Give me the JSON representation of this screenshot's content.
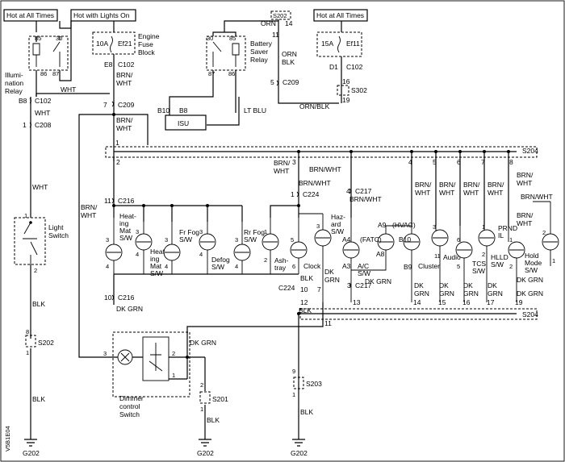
{
  "header_boxes": {
    "hot_all_left": "Hot at All Times",
    "hot_lights_on": "Hot with Lights On",
    "hot_all_right": "Hot at All Times"
  },
  "relays": {
    "illum_relay": [
      "Illumi-",
      "nation",
      "Relay"
    ],
    "battery_saver_relay": [
      "Battery",
      "Saver",
      "Relay"
    ],
    "engine_fuse_block": [
      "Engine",
      "Fuse",
      "Block"
    ]
  },
  "fuses": {
    "ef21_rating": "10A",
    "ef21_name": "Ef21",
    "ef11_rating": "15A",
    "ef11_name": "Ef11"
  },
  "connectors": {
    "c102_a": "C102",
    "c102_b": "C102",
    "c102_c": "C102",
    "c209_a": "C209",
    "c209_b": "C209",
    "c208": "C208",
    "c216_a": "C216",
    "c216_b": "C216",
    "c224_a": "C224",
    "c224_b": "C224",
    "c217_a": "C217",
    "c217_b": "C217",
    "s202_top": "S202",
    "s202_mid": "S202",
    "s302": "S302",
    "s204_top": "S204",
    "s204_bot": "S204",
    "s201": "S201",
    "s203": "S203",
    "g202_a": "G202",
    "g202_b": "G202",
    "g202_c": "G202"
  },
  "pin_labels": {
    "e8": "E8",
    "b8": "B8",
    "d1": "D1",
    "b10": "B10",
    "b8b": "B8",
    "b10b": "B10",
    "b9": "B9",
    "a4": "A4",
    "a3": "A3",
    "a9": "A9",
    "a8": "A8",
    "p14": "14",
    "p11": "11",
    "p5": "5",
    "p16": "16",
    "p19": "19",
    "p7": "7",
    "p1": "1",
    "p2": "2",
    "p3": "3",
    "p4": "4",
    "p6": "6",
    "p8": "8",
    "p9": "9",
    "p10": "10",
    "p12": "12",
    "p13": "13",
    "p15": "15",
    "p17": "17",
    "r30": "30",
    "r85": "85",
    "r86": "86",
    "r87": "87"
  },
  "wires": {
    "wht": "WHT",
    "brn_wht": "BRN/\nWHT",
    "orn": "ORN",
    "orn_blk": "ORN/\nBLK",
    "orn_blk_h": "ORN/BLK",
    "lt_blu": "LT BLU",
    "blk": "BLK",
    "dk_grn": "DK GRN",
    "dk": "DK",
    "grn": "GRN",
    "brn": "BRN/",
    "brnwht_h": "BRN/WHT"
  },
  "components": {
    "isu": "ISU",
    "light_switch": [
      "Light",
      "Switch"
    ],
    "heating_mat_sw1": [
      "Heat-",
      "ing",
      "Mat",
      "S/W"
    ],
    "heating_mat_sw2": [
      "Heat-",
      "ing",
      "Mat",
      "S/W"
    ],
    "fr_fog": [
      "Fr Fog",
      "S/W"
    ],
    "defog": [
      "Defog",
      "S/W"
    ],
    "rr_fog": [
      "Rr Fog",
      "S/W"
    ],
    "ashtray": [
      "Ash-",
      "tray"
    ],
    "clock": "Clock",
    "hazard": [
      "Haz-",
      "ard",
      "S/W"
    ],
    "fatc": "(FATC)",
    "ac_sw": [
      "A/C",
      "S/W"
    ],
    "hvac": "(HVAC)",
    "cluster": "Cluster",
    "audio": "Audio",
    "tcs": [
      "TCS",
      "S/W"
    ],
    "hlld": [
      "HLLD",
      "S/W"
    ],
    "prnd": [
      "PRND",
      "IL"
    ],
    "hold_mode": [
      "Hold",
      "Mode",
      "S/W"
    ],
    "dimmer": [
      "Dimmer",
      "control",
      "Switch"
    ]
  },
  "side_code": "V5B1E04"
}
